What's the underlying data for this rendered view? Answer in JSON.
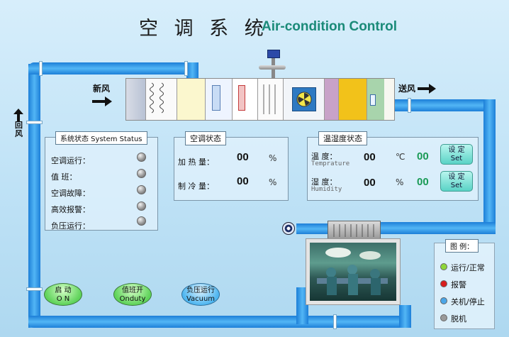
{
  "title": {
    "cn": "空 调 系 统",
    "en": "Air-condition Control"
  },
  "flow_labels": {
    "fresh_air": "新风",
    "supply_air": "送风",
    "return_air": "回风"
  },
  "system_status": {
    "title": "系统状态 System Status",
    "items": [
      "空调运行：",
      "值  班：",
      "空调故障：",
      "高效报警：",
      "负压运行："
    ]
  },
  "ac_status": {
    "title": "空调状态",
    "heat_label": "加 热 量：",
    "heat_value": "00",
    "cool_label": "制 冷 量：",
    "cool_value": "00",
    "unit": "%"
  },
  "temp_humidity": {
    "title": "温湿度状态",
    "temp_label": "温   度：",
    "temp_sub": "Temprature",
    "temp_value": "00",
    "temp_unit": "℃",
    "temp_set_value": "00",
    "hum_label": "湿   度：",
    "hum_sub": "Humidity",
    "hum_value": "00",
    "hum_unit": "%",
    "hum_set_value": "00",
    "set_cn": "设 定",
    "set_en": "Set"
  },
  "controls": {
    "start_cn": "启 动",
    "start_en": "O N",
    "duty_cn": "值班开",
    "duty_en": "Onduty",
    "vacuum_cn": "负压运行",
    "vacuum_en": "Vacuum"
  },
  "legend": {
    "title": "图 例：",
    "items": [
      {
        "label": "运行/正常",
        "color": "#8ed63a"
      },
      {
        "label": "报警",
        "color": "#d81e1e"
      },
      {
        "label": "关机/停止",
        "color": "#4aa6e8"
      },
      {
        "label": "脱机",
        "color": "#9a9a9a"
      }
    ]
  },
  "colors": {
    "duct": "#2f93e6",
    "title_en": "#1a8a78",
    "value_green": "#1a9a55"
  }
}
